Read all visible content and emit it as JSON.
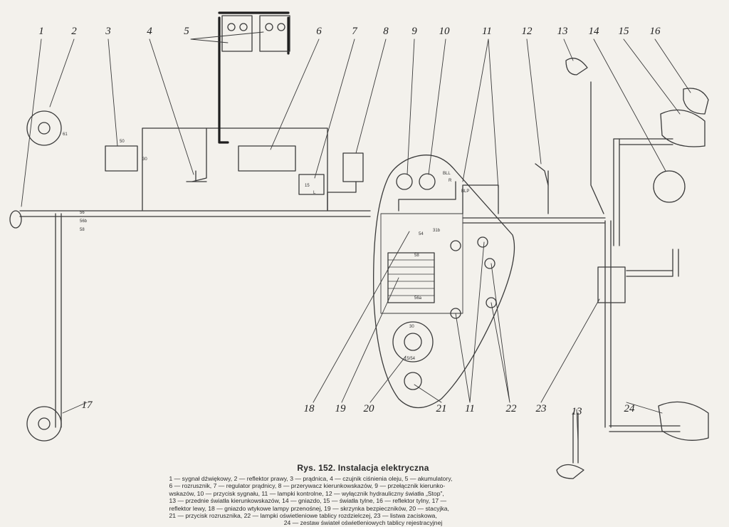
{
  "callouts": [
    "1",
    "2",
    "3",
    "4",
    "5",
    "6",
    "7",
    "8",
    "9",
    "10",
    "11",
    "12",
    "13",
    "14",
    "15",
    "16",
    "13",
    "17",
    "18",
    "19",
    "20",
    "21",
    "11",
    "22",
    "23",
    "24"
  ],
  "wire_labels": [
    "50",
    "30",
    "56",
    "56b",
    "58",
    "61",
    "15",
    "L",
    "R",
    "BLL",
    "BLP",
    "54",
    "31b",
    "58",
    "56a",
    "30",
    "15/54"
  ],
  "caption": {
    "title": "Rys. 152. Instalacja elektryczna",
    "legend_lines": [
      "1 — sygnał dźwiękowy, 2 — reflektor prawy, 3 — prądnica, 4 — czujnik ciśnienia oleju, 5 — akumulatory,",
      "6 — rozrusznik, 7 — regulator prądnicy, 8 — przerywacz kierunkowskazów, 9 — przełącznik kierunko-",
      "wskazów, 10 — przycisk sygnału, 11 — lampki kontrolne, 12 — wyłącznik hydrauliczny światła „Stop”,",
      "13 — przednie światła kierunkowskazów, 14 — gniazdo, 15 — światła tylne, 16 — reflektor tylny, 17 —",
      "reflektor lewy, 18 — gniazdo wtykowe lampy przenośnej, 19 — skrzynka bezpieczników, 20 — stacyjka,",
      "21 — przycisk rozrusznika, 22 — lampki oświetleniowe tablicy rozdzielczej, 23 — listwa zaciskowa,",
      "24 — zestaw świateł oświetleniowych tablicy rejestracyjnej"
    ]
  }
}
